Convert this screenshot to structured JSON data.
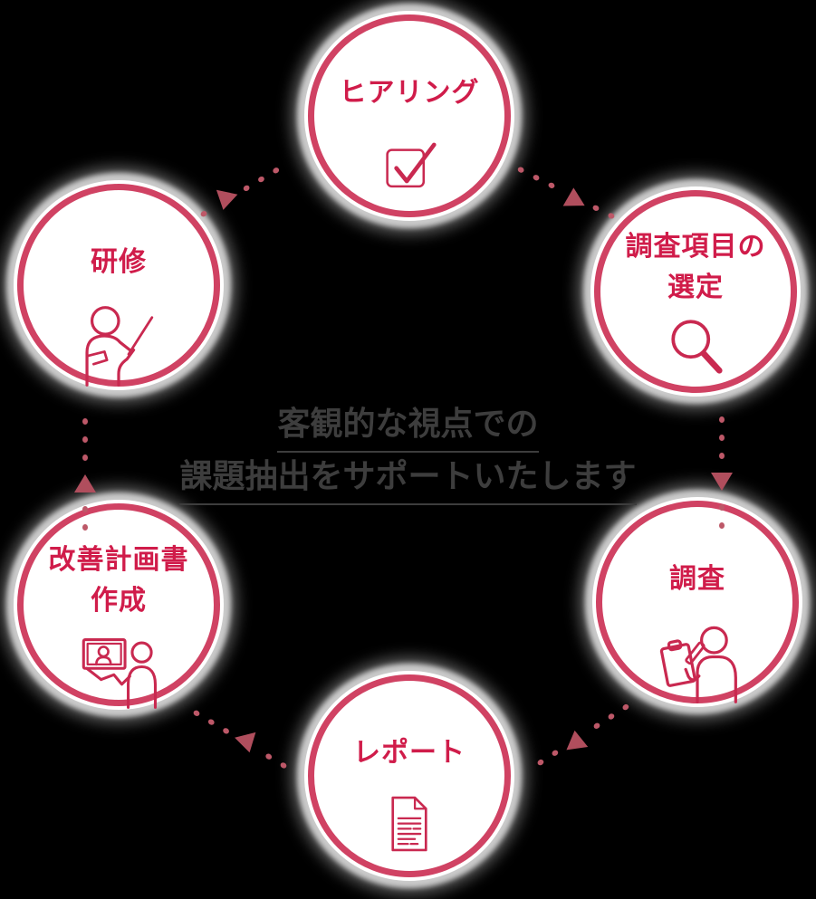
{
  "center_message": {
    "line1": "客観的な視点での",
    "line2": "課題抽出をサポートいたします"
  },
  "steps": [
    {
      "label_lines": [
        "ヒアリング"
      ],
      "icon": "checkbox-check-icon"
    },
    {
      "label_lines": [
        "調査項目の",
        "選定"
      ],
      "icon": "magnifier-icon"
    },
    {
      "label_lines": [
        "調査"
      ],
      "icon": "clipboard-survey-icon"
    },
    {
      "label_lines": [
        "レポート"
      ],
      "icon": "report-document-icon"
    },
    {
      "label_lines": [
        "改善計画書",
        "作成"
      ],
      "icon": "online-meeting-icon"
    },
    {
      "label_lines": [
        "研修"
      ],
      "icon": "presenter-icon"
    }
  ],
  "colors": {
    "background": "#000000",
    "circle_ring": "#d04263",
    "label": "#d01c4a",
    "icon_stroke": "#c92950",
    "connector_dot": "#bd5868",
    "connector_arrow": "#b04e5d",
    "halo": "#c9c9c9",
    "center_text": "#3d3d3d"
  }
}
